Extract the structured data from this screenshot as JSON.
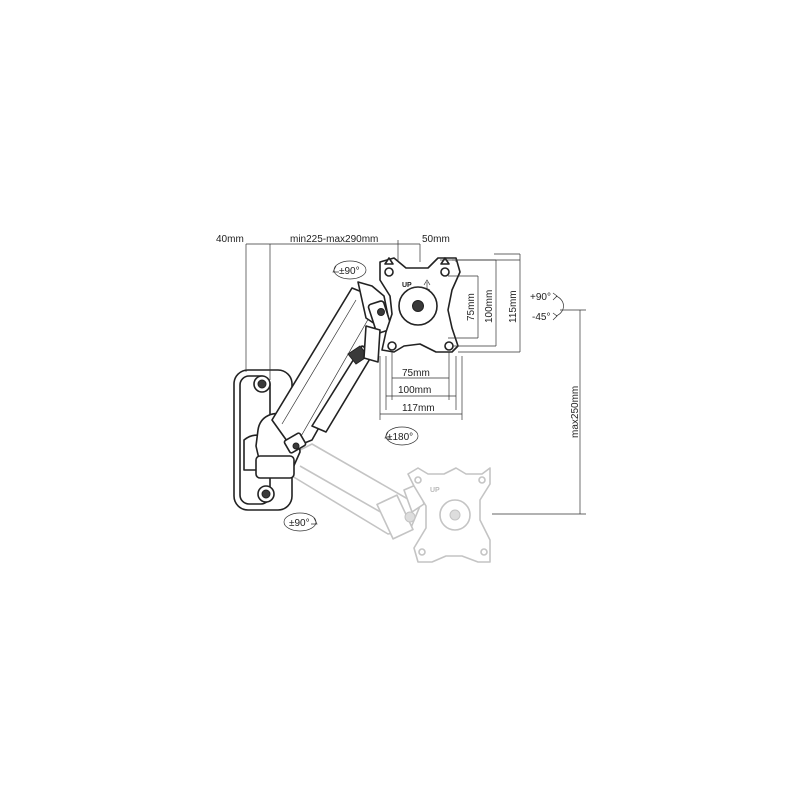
{
  "dimensions": {
    "wall_depth": "40mm",
    "arm_reach": "min225-max290mm",
    "plate_depth": "50mm",
    "vesa_h_75": "75mm",
    "vesa_h_100": "100mm",
    "plate_width": "117mm",
    "vesa_v_75": "75mm",
    "vesa_v_100": "100mm",
    "plate_height": "115mm",
    "height_adjust": "max250mm"
  },
  "rotations": {
    "swivel_top": "±90°",
    "swivel_bottom": "±90°",
    "rotate": "±180°",
    "tilt_up": "+90°",
    "tilt_down": "-45°"
  },
  "plate_label": "UP",
  "ghost_plate_label": "UP"
}
